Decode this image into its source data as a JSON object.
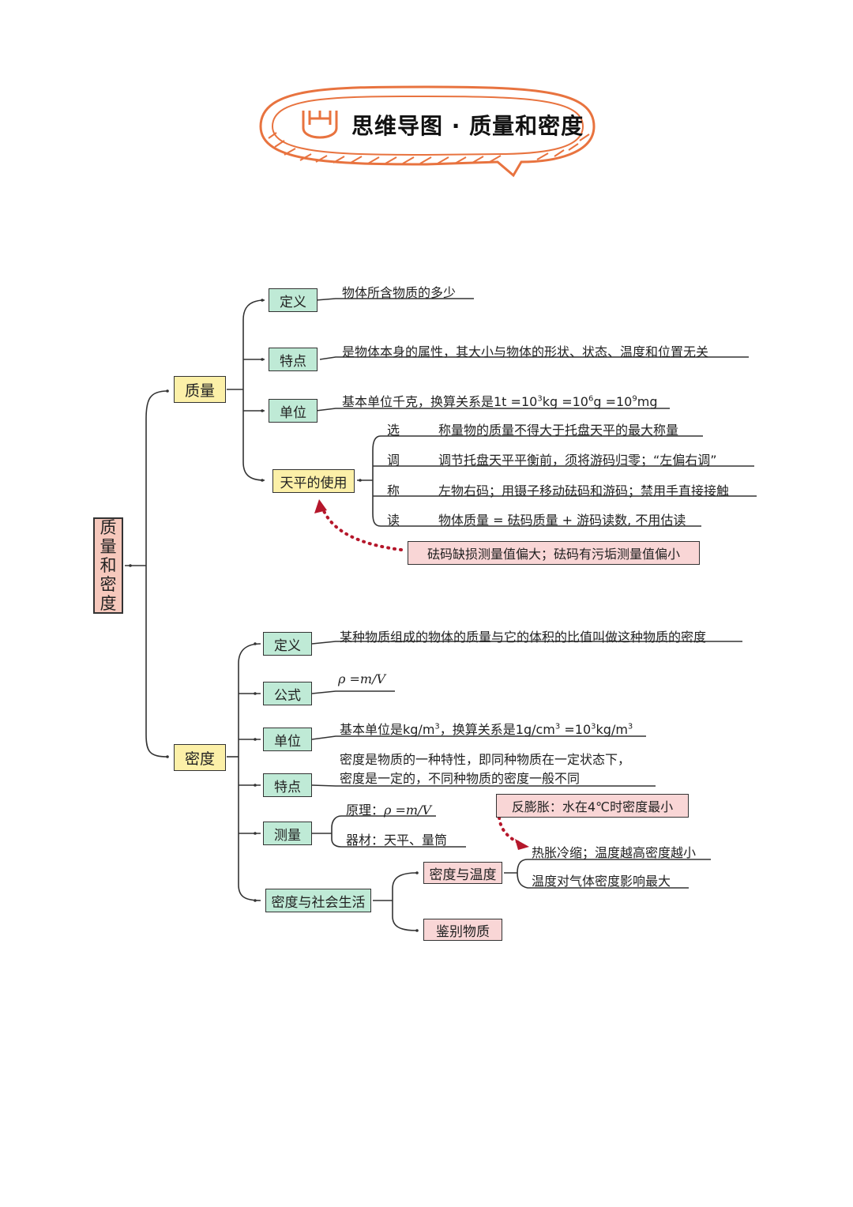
{
  "title": "思维导图 · 质量和密度",
  "root": {
    "chars": [
      "质",
      "量",
      "和",
      "密",
      "度"
    ]
  },
  "mass": {
    "label": "质量",
    "definition": {
      "label": "定义",
      "text": "物体所含物质的多少"
    },
    "feature": {
      "label": "特点",
      "text": "是物体本身的属性，其大小与物体的形状、状态、温度和位置无关"
    },
    "unit": {
      "label": "单位",
      "prefix": "基本单位千克，换算关系是1t =10",
      "e1": "3",
      "p2": "kg =10",
      "e2": "6",
      "p3": "g =10",
      "e3": "9",
      "p4": "mg"
    },
    "balance": {
      "label": "天平的使用",
      "steps": [
        {
          "key": "选",
          "text": "称量物的质量不得大于托盘天平的最大称量"
        },
        {
          "key": "调",
          "text": "调节托盘天平平衡前，须将游码归零；“左偏右调”"
        },
        {
          "key": "称",
          "text": "左物右码；用镊子移动砝码和游码；禁用手直接接触"
        },
        {
          "key": "读",
          "text": "物体质量 = 砝码质量 + 游码读数, 不用估读"
        }
      ],
      "note": "砝码缺损测量值偏大；砝码有污垢测量值偏小"
    }
  },
  "density": {
    "label": "密度",
    "definition": {
      "label": "定义",
      "text": "某种物质组成的物体的质量与它的体积的比值叫做这种物质的密度"
    },
    "formula": {
      "label": "公式",
      "text": "ρ =m/V"
    },
    "unit": {
      "label": "单位",
      "p1": "基本单位是kg/m",
      "e1": "3",
      "p2": "，换算关系是1g/cm",
      "e2": "3",
      "p3": " =10",
      "e3": "3",
      "p4": "kg/m",
      "e4": "3"
    },
    "feature": {
      "label": "特点",
      "line1": "密度是物质的一种特性，即同种物质在一定状态下，",
      "line2": "密度是一定的，不同种物质的密度一般不同"
    },
    "measure": {
      "label": "测量",
      "principle_prefix": "原理：",
      "principle_formula": "ρ =m/V",
      "tools": "器材：天平、量筒"
    },
    "society": {
      "label": "密度与社会生活",
      "temperature": {
        "label": "密度与温度",
        "line1": "热胀冷缩；温度越高密度越小",
        "line2": "温度对气体密度影响最大"
      },
      "identify": {
        "label": "鉴别物质"
      },
      "note": "反膨胀：水在4℃时密度最小"
    }
  },
  "colors": {
    "accent": "#e8733f",
    "green": "#bfead6",
    "yellow": "#fcf0a8",
    "pink": "#f9d6d6",
    "root": "#f6c8bc",
    "arrow": "#b5172b"
  }
}
